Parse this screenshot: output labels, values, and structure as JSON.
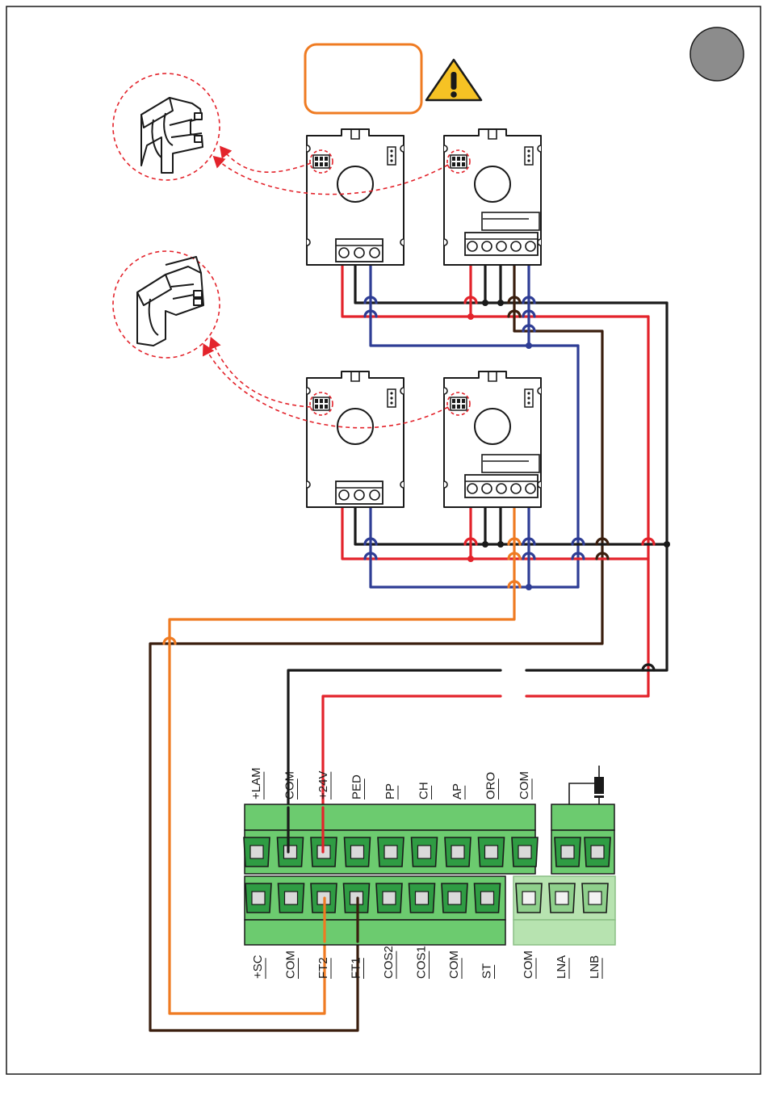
{
  "top_terminals": [
    "+LAM",
    "COM",
    "+24V",
    "PED",
    "PP",
    "CH",
    "AP",
    "ORO",
    "COM"
  ],
  "bottom_terminals": [
    "+SC",
    "COM",
    "FT2",
    "FT1",
    "COS2",
    "COS1",
    "COM",
    "ST"
  ],
  "relay_terminals": [
    "COM",
    "LNA",
    "LNB"
  ],
  "icons": {
    "warning": "warning-triangle-icon",
    "indicator": "gray-circle-icon",
    "jumper_detail": "jumper-connector-icon"
  },
  "colors": {
    "wire_red": "#e3232b",
    "wire_black": "#1a1a1a",
    "wire_blue": "#2e3d95",
    "wire_brown": "#3a1e0e",
    "wire_orange": "#ef7b22",
    "terminal_green": "#6ccb6f",
    "terminal_light_green": "#b7e3b0",
    "detail_dashed": "#e3232b",
    "label_box_border": "#ef7b22",
    "warning_fill": "#f6c224"
  }
}
